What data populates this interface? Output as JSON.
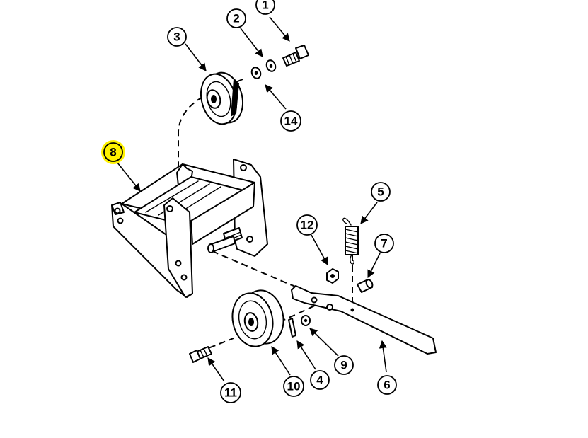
{
  "highlight_color": "#fff200",
  "callouts": {
    "c1": "1",
    "c2": "2",
    "c3": "3",
    "c4": "4",
    "c5": "5",
    "c6": "6",
    "c7": "7",
    "c8": "8",
    "c9": "9",
    "c10": "10",
    "c11": "11",
    "c12": "12",
    "c14": "14"
  },
  "highlighted_callout": "8"
}
